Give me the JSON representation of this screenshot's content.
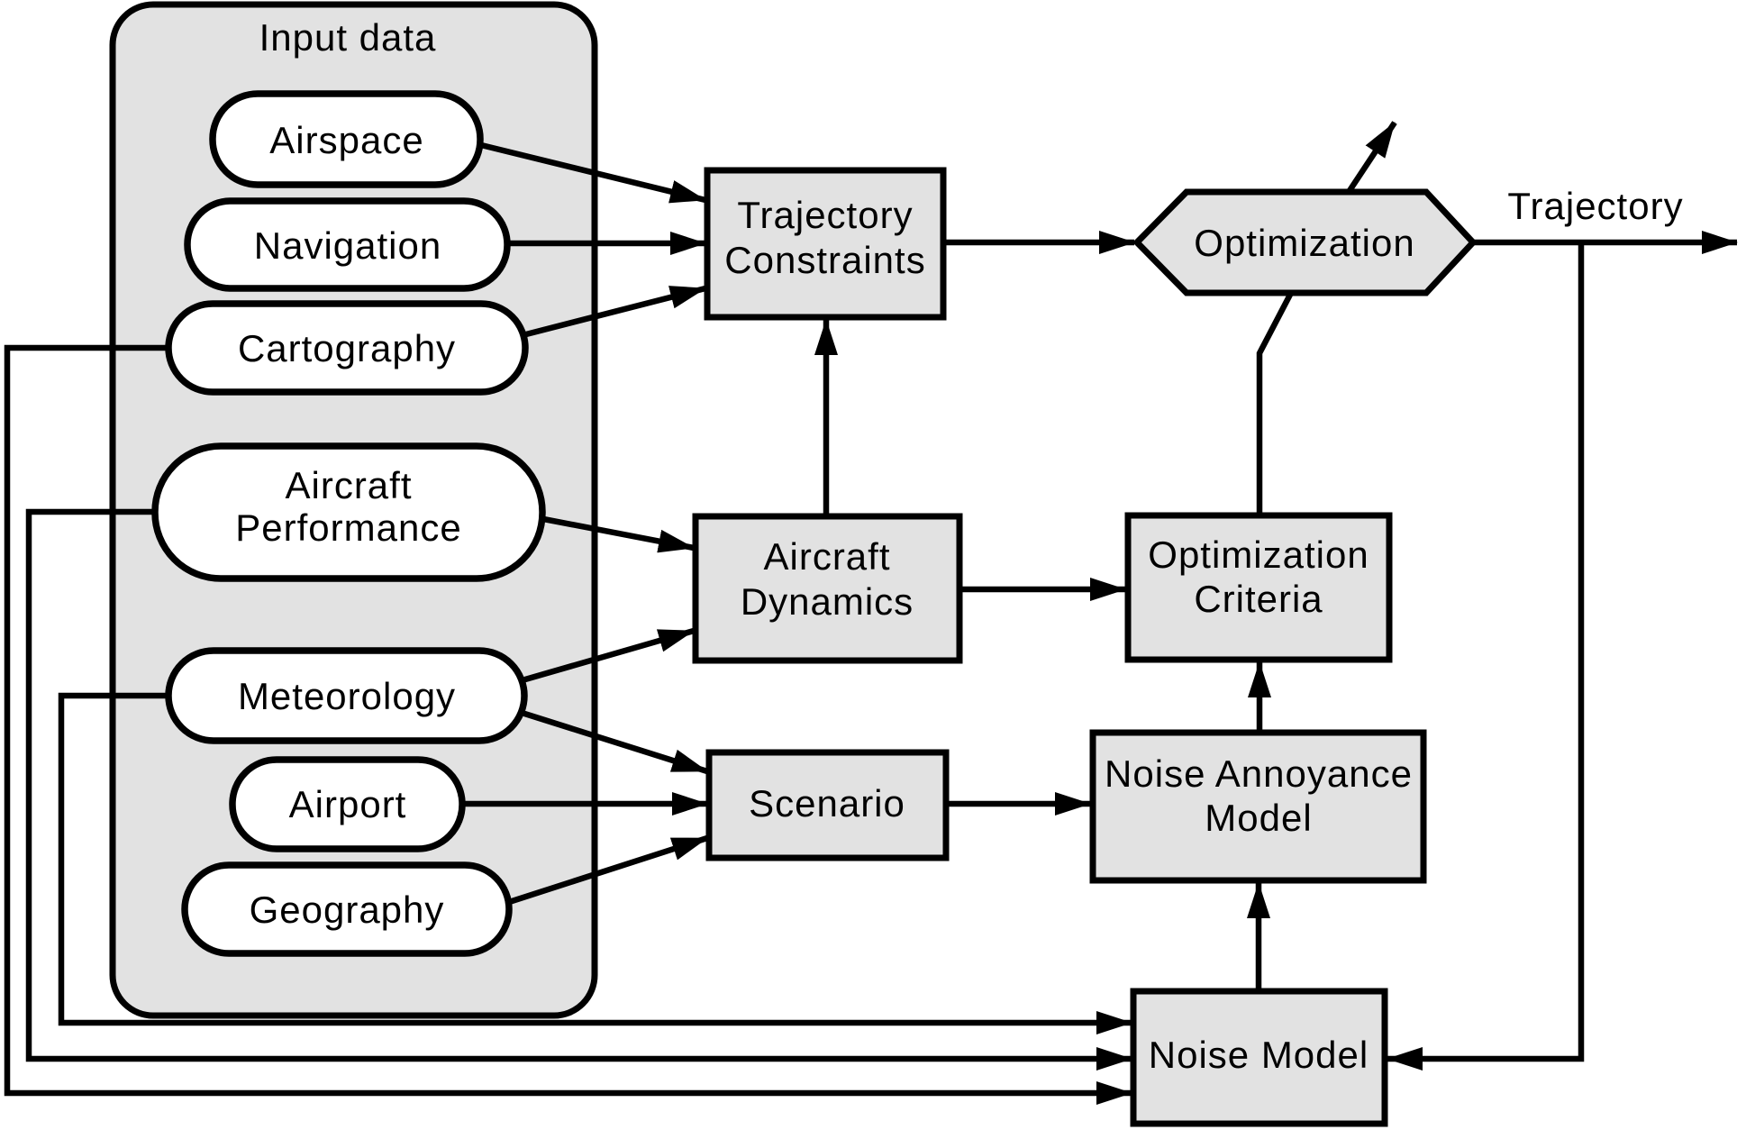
{
  "diagram": {
    "input_group": {
      "title": "Input data",
      "items": [
        {
          "label": "Airspace"
        },
        {
          "label": "Navigation"
        },
        {
          "label": "Cartography"
        },
        {
          "label": "Aircraft Performance",
          "lines": [
            "Aircraft",
            "Performance"
          ]
        },
        {
          "label": "Meteorology"
        },
        {
          "label": "Airport"
        },
        {
          "label": "Geography"
        }
      ]
    },
    "process_nodes": [
      {
        "id": "trajectory-constraints",
        "lines": [
          "Trajectory",
          "Constraints"
        ]
      },
      {
        "id": "aircraft-dynamics",
        "lines": [
          "Aircraft",
          "Dynamics"
        ]
      },
      {
        "id": "scenario",
        "lines": [
          "Scenario"
        ]
      },
      {
        "id": "optimization-criteria",
        "lines": [
          "Optimization",
          "Criteria"
        ]
      },
      {
        "id": "noise-annoyance-model",
        "lines": [
          "Noise Annoyance",
          "Model"
        ]
      },
      {
        "id": "noise-model",
        "lines": [
          "Noise Model"
        ]
      }
    ],
    "decision_node": {
      "id": "optimization",
      "label": "Optimization"
    },
    "output_label": "Trajectory",
    "colors": {
      "node_fill": "#e2e2e2",
      "pill_fill": "#ffffff",
      "stroke": "#000000",
      "background": "#ffffff"
    }
  }
}
